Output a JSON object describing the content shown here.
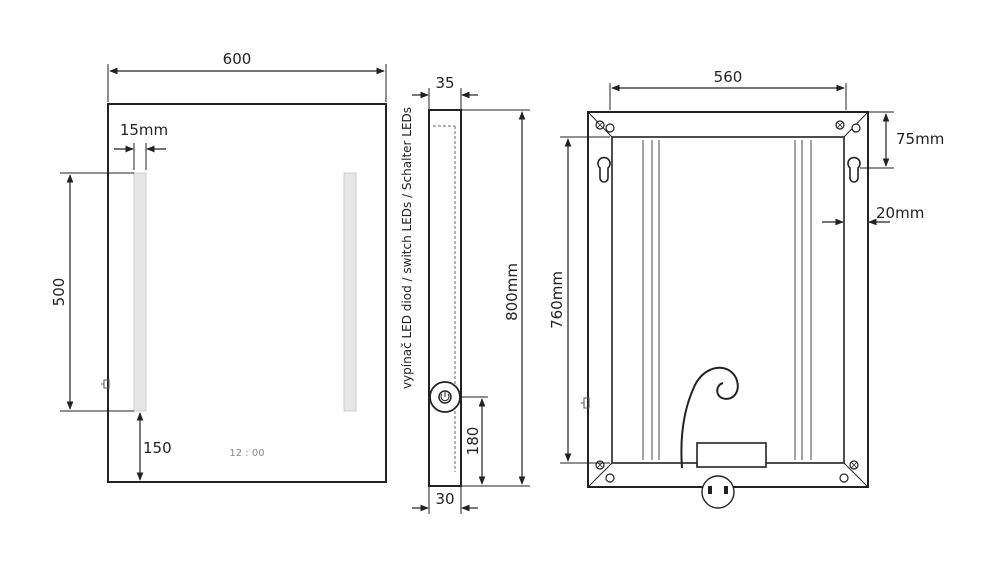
{
  "front_view": {
    "width": "600",
    "led_offset": "15mm",
    "led_height": "500",
    "bottom_offset": "150",
    "clock": "12 : 00"
  },
  "side_view": {
    "depth_top": "35",
    "depth_bottom": "30",
    "height": "800mm",
    "switch_height": "180",
    "switch_label": "vypínač LED diod / switch LEDs / Schalter LEDs"
  },
  "back_view": {
    "width": "560",
    "height": "760mm",
    "hanger_offset": "75mm",
    "frame_offset": "20mm"
  }
}
